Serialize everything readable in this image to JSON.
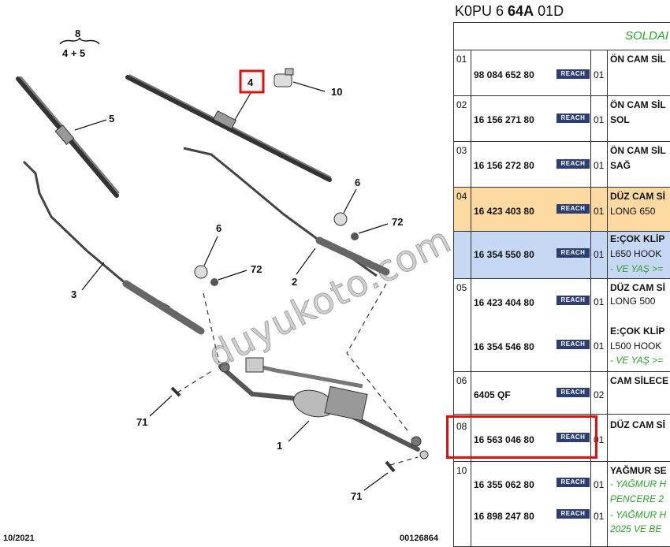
{
  "diagram": {
    "labels": {
      "l8": "8",
      "l45": "4 + 5",
      "l4": "4",
      "l10": "10",
      "l5": "5",
      "l6a": "6",
      "l72a": "72",
      "l6b": "6",
      "l72b": "72",
      "l3": "3",
      "l2": "2",
      "l1": "1",
      "l71a": "71",
      "l71b": "71"
    },
    "date": "10/2021",
    "code": "00126864"
  },
  "watermark": "duyukoto.com",
  "panel": {
    "header_prefix": "K0PU 6 ",
    "header_bold": "64A",
    "header_suffix": " 01D",
    "sold": "SOLDAI",
    "reach": "REACH",
    "rows": [
      {
        "seq": "01",
        "ref": "98 084 652 80",
        "qty": "01",
        "d1": "ÖN CAM SİL",
        "d2": ""
      },
      {
        "seq": "02",
        "ref": "16 156 271 80",
        "qty": "01",
        "d1": "ÖN CAM SİL",
        "d2": "SOL"
      },
      {
        "seq": "03",
        "ref": "16 156 272 80",
        "qty": "01",
        "d1": "ÖN CAM SİL",
        "d2": "SAĞ"
      },
      {
        "seq": "04",
        "ref": "16 423 403 80",
        "qty": "01",
        "d1": "DÜZ CAM Sİ",
        "d2": "LONG 650"
      },
      {
        "seq": "",
        "ref": "16 354 550 80",
        "qty": "01",
        "d1": "E:ÇOK KLİP",
        "d2": "L650 HOOK",
        "d3": "- VE YAŞ >="
      },
      {
        "seq": "05",
        "ref": "16 423 404 80",
        "qty": "01",
        "d1": "DÜZ CAM Sİ",
        "d2": "LONG 500"
      },
      {
        "seq": "",
        "ref": "16 354 546 80",
        "qty": "01",
        "d1": "E:ÇOK KLİP",
        "d2": "L500 HOOK",
        "d3": "- VE YAŞ >="
      },
      {
        "seq": "06",
        "ref": "6405 QF",
        "qty": "02",
        "d1": "CAM SİLECE",
        "d2": ""
      },
      {
        "seq": "08",
        "ref": "16 563 046 80",
        "qty": "01",
        "d1": "DÜZ CAM Sİ",
        "d2": ""
      },
      {
        "seq": "10",
        "ref": "16 355 062 80",
        "qty": "01",
        "d1": "YAĞMUR SE",
        "d2": "- YAĞMUR H",
        "d2b": "PENCERE 2"
      },
      {
        "seq": "",
        "ref": "16 898 247 80",
        "qty": "01",
        "d1": "",
        "d2": "- YAĞMUR H",
        "d2b": "2025 VE BE"
      }
    ]
  }
}
